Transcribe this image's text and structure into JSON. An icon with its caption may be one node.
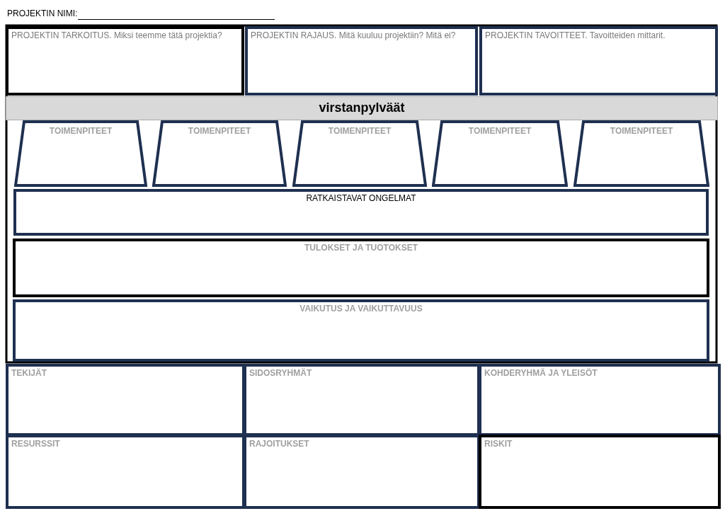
{
  "diagram": {
    "nodes": [
      {
        "text": [
          "PROJEKTIN TARKOITUS. Miksi teemme tätä projektia?"
        ]
      },
      {
        "text": [
          "PROJEKTIN RAJAUS. Mitä kuuluu projektiin? Mitä ei?"
        ]
      },
      {
        "text": [
          "PROJEKTIN TAVOITTEET. Tavoitteiden mittarit."
        ]
      },
      {
        "text": [
          "virstanpylväät"
        ]
      },
      {
        "text": [
          "TOIMENPITEET"
        ]
      },
      {
        "text": [
          "TOIMENPITEET"
        ]
      },
      {
        "text": [
          "TOIMENPITEET"
        ]
      },
      {
        "text": [
          "TOIMENPITEET"
        ]
      },
      {
        "text": [
          "TOIMENPITEET"
        ]
      },
      {
        "text": [
          "RATKAISTAVAT ONGELMAT"
        ]
      },
      {
        "text": [
          "TULOKSET JA TUOTOKSET"
        ]
      },
      {
        "text": [
          "VAIKUTUS JA VAIKUTTAVUUS"
        ]
      },
      {
        "text": [
          "TEKIJÄT"
        ]
      },
      {
        "text": [
          "SIDOSRYHMÄT"
        ]
      },
      {
        "text": [
          "KOHDERYHMÄ JA YLEISÖT"
        ]
      },
      {
        "text": [
          "RESURSSIT"
        ]
      },
      {
        "text": [
          "RAJOITUKSET"
        ]
      },
      {
        "text": [
          "RISKIT"
        ]
      }
    ],
    "labels": [
      "PROJEKTIN NIMI:"
    ]
  }
}
